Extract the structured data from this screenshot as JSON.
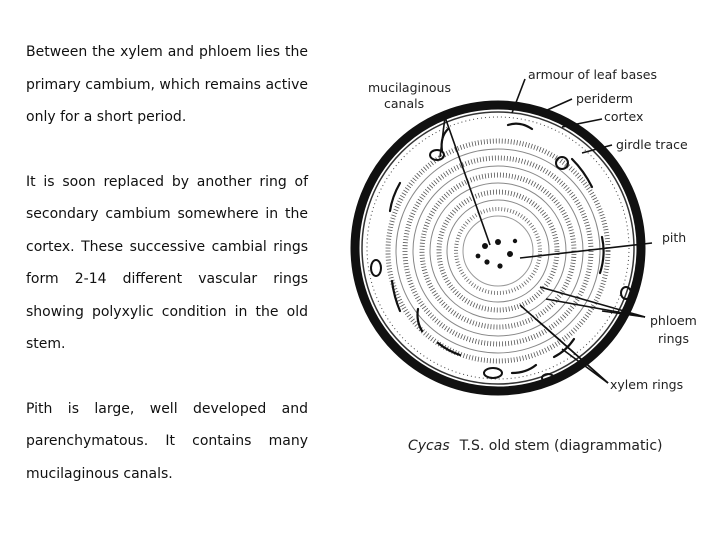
{
  "text": {
    "paragraphs": [
      "Between the xylem and phloem lies the primary cambium, which remains active only for a short period.",
      "It is soon replaced by another ring of secondary cambium somewhere in the cortex. These successive cambial rings form 2-14 different vascular rings showing polyxylic condition in the old stem.",
      "Pith is large, well developed and parenchymatous. It contains many mucilaginous canals."
    ]
  },
  "figure": {
    "labels": {
      "mucilaginous": "mucilaginous",
      "canals": "canals",
      "armour": "armour of leaf bases",
      "periderm": "periderm",
      "cortex": "cortex",
      "girdle": "girdle trace",
      "pith": "pith",
      "phloem": "phloem",
      "rings1": "rings",
      "xylem": "xylem rings"
    },
    "caption": {
      "genus": "Cycas",
      "rest": "T.S. old stem (diagrammatic)"
    }
  }
}
